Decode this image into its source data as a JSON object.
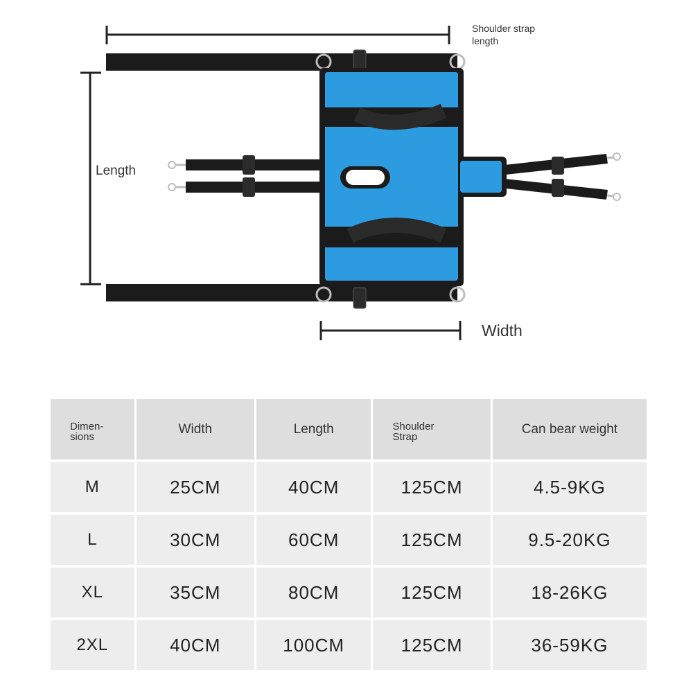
{
  "diagram": {
    "labels": {
      "shoulder_strap": "Shoulder strap\nlength",
      "length": "Length",
      "width": "Width"
    },
    "colors": {
      "pad": "#2c9be0",
      "strap": "#1b1b1b",
      "hardware": "#bdbdbd",
      "dimension_line": "#222222"
    }
  },
  "table": {
    "headers": [
      "Dimen-\nsions",
      "Width",
      "Length",
      "Shoulder\nStrap",
      "Can bear weight"
    ],
    "rows": [
      [
        "M",
        "25CM",
        "40CM",
        "125CM",
        "4.5-9KG"
      ],
      [
        "L",
        "30CM",
        "60CM",
        "125CM",
        "9.5-20KG"
      ],
      [
        "XL",
        "35CM",
        "80CM",
        "125CM",
        "18-26KG"
      ],
      [
        "2XL",
        "40CM",
        "100CM",
        "125CM",
        "36-59KG"
      ]
    ]
  }
}
